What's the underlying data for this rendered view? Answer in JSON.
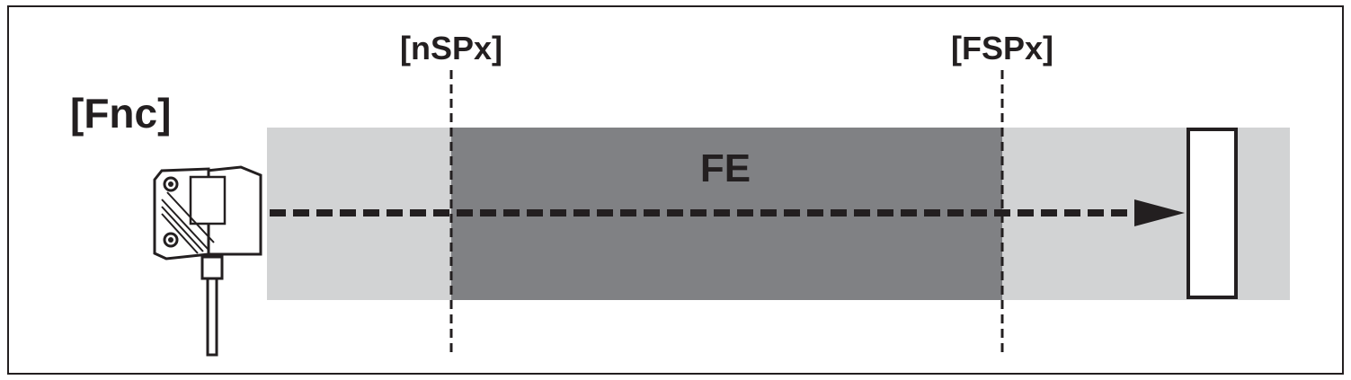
{
  "diagram": {
    "function_label": "[Fnc]",
    "near_setpoint_label": "[nSPx]",
    "far_setpoint_label": "[FSPx]",
    "zone_label": "FE",
    "colors": {
      "line": "#231f20",
      "range_band": "#d2d3d4",
      "active_zone": "#808184",
      "target_fill": "#ffffff"
    },
    "icons": [
      "sensor-icon",
      "target-icon",
      "arrow-icon"
    ]
  }
}
